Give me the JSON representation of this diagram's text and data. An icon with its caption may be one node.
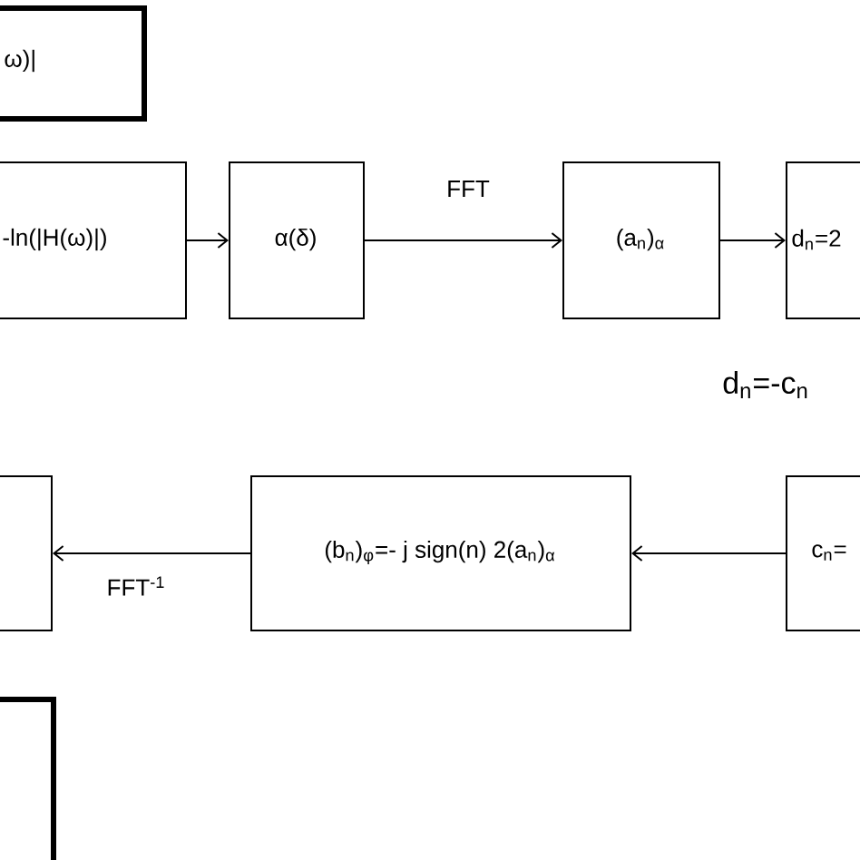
{
  "diagram": {
    "nodes": [
      {
        "text": [
          "ω)|"
        ]
      },
      {
        "text": [
          "-ln(|H(ω)|)"
        ]
      },
      {
        "text": [
          "α(δ)"
        ]
      },
      {
        "text": [
          "(a$_{n}$)$_{α}$"
        ]
      },
      {
        "text": [
          "d$_{n}$=2"
        ]
      },
      {
        "text": [],
        "shape": "box"
      },
      {
        "text": [
          "(b$_{n}$)$_{φ}$=- j sign(n) 2(a$_{n}$)$_{α}$"
        ]
      },
      {
        "text": [
          "c$_{n}$="
        ]
      },
      {
        "text": [],
        "shape": "box"
      }
    ],
    "edges": [
      {
        "from": 1,
        "to": 2,
        "arrow": "to"
      },
      {
        "from": 2,
        "to": 3,
        "arrow": "to",
        "label": "FFT"
      },
      {
        "from": 3,
        "to": 4,
        "arrow": "to"
      },
      {
        "from": 7,
        "to": 6,
        "arrow": "to"
      },
      {
        "from": 6,
        "to": 5,
        "arrow": "to",
        "label": "FFT$^{-1}$"
      }
    ],
    "labels": [
      "d$_{n}$=-c$_{n}$"
    ]
  }
}
